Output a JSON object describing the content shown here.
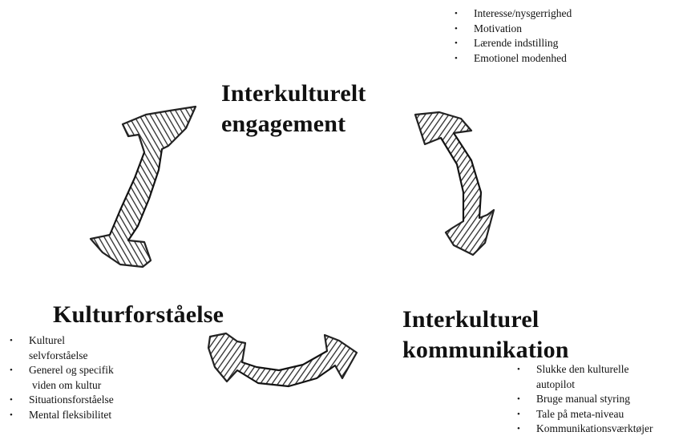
{
  "nodes": {
    "engagement": {
      "title_line1": "Interkulturelt",
      "title_line2": "engagement",
      "bullets": [
        "Interesse/nysgerrighed",
        "Motivation",
        "Lærende indstilling",
        "Emotionel modenhed"
      ]
    },
    "communication": {
      "title_line1": "Interkulturel",
      "title_line2": "kommunikation",
      "bullets": [
        {
          "line1": "Slukke den kulturelle",
          "line2": "autopilot"
        },
        {
          "line1": "Bruge manual styring"
        },
        {
          "line1": "Tale på meta-niveau"
        },
        {
          "line1": "Kommunikationsværktøjer"
        }
      ]
    },
    "understanding": {
      "title": "Kulturforståelse",
      "bullets": [
        {
          "line1": "Kulturel",
          "line2": "selvforståelse"
        },
        {
          "line1": "Generel og specifik",
          "line2": "viden om kultur"
        },
        {
          "line1": "Situationsforståelse"
        },
        {
          "line1": "Mental fleksibilitet"
        }
      ]
    }
  },
  "arrows": {
    "style": "sketched",
    "color": "#333333",
    "directions": [
      "engagement-to-communication",
      "communication-to-understanding",
      "understanding-to-engagement"
    ]
  }
}
